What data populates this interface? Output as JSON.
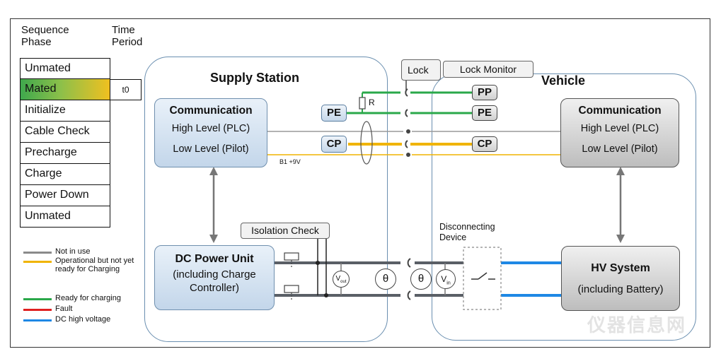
{
  "sequence": {
    "header_phase": "Sequence\nPhase",
    "header_time": "Time\nPeriod",
    "phases": [
      "Unmated",
      "Mated",
      "Initialize",
      "Cable Check",
      "Precharge",
      "Charge",
      "Power Down",
      "Unmated"
    ],
    "active_time_label": "t0"
  },
  "legend": {
    "items": [
      {
        "label": "Not in use",
        "color": "#8a8a8a"
      },
      {
        "label": "Operational but not yet ready for Charging",
        "color": "#f0b400"
      },
      {
        "label": "Ready for charging",
        "color": "#2aa84a"
      },
      {
        "label": "Fault",
        "color": "#e02020"
      },
      {
        "label": "DC high voltage",
        "color": "#1e88e5"
      }
    ]
  },
  "supply_station": {
    "title": "Supply Station",
    "communication": {
      "title": "Communication",
      "high_level": "High Level (PLC)",
      "low_level": "Low Level (Pilot)"
    },
    "dc_power_unit": {
      "line1": "DC Power Unit",
      "line2": "(including Charge",
      "line3": "Controller)"
    },
    "isolation_check": "Isolation Check",
    "pilot_note": "B1  +9V",
    "resistor_label": "R",
    "pins": {
      "pe": "PE",
      "cp": "CP"
    },
    "meter_vout": "V",
    "meter_vout_sub": "out",
    "theta": "θ"
  },
  "vehicle": {
    "title": "Vehicle",
    "communication": {
      "title": "Communication",
      "high_level": "High Level (PLC)",
      "low_level": "Low Level (Pilot)"
    },
    "hv_system": {
      "line1": "HV System",
      "line2": "(including Battery)"
    },
    "disconnecting_device": "Disconnecting\nDevice",
    "pins": {
      "pp": "PP",
      "pe": "PE",
      "cp": "CP"
    },
    "meter_vin": "V",
    "meter_vin_sub": "in",
    "theta": "θ"
  },
  "lock": {
    "lock_label": "Lock",
    "monitor_label": "Lock Monitor"
  },
  "watermark": "仪器信息网",
  "colors": {
    "gray_line": "#8a8a8a",
    "green_line": "#2aa84a",
    "yellow_line": "#f0b400",
    "dark_line": "#5a5f66",
    "blue_line": "#1e88e5"
  }
}
